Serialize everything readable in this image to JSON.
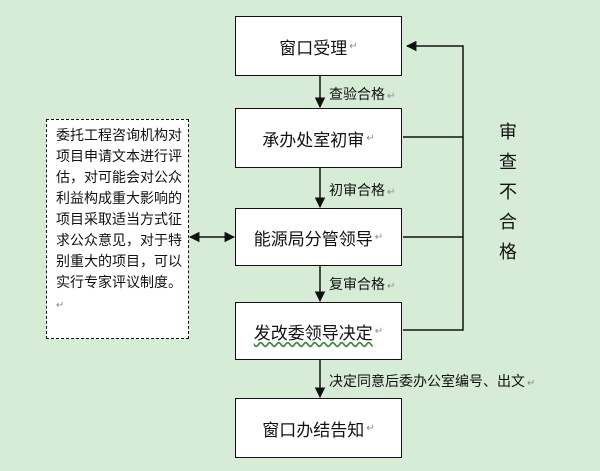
{
  "nodes": {
    "window_accept": "窗口受理",
    "office_review": "承办处室初审",
    "energy_bureau": "能源局分管领导",
    "commission_decision": "发改委领导决定",
    "window_notify": "窗口办结告知"
  },
  "edges": {
    "check_pass": "查验合格",
    "initial_pass": "初审合格",
    "recheck_pass": "复审合格",
    "final_step": "决定同意后委办公室编号、出文"
  },
  "loop_label": "审查不合格",
  "side_note": "委托工程咨询机构对项目申请文本进行评估，对可能会对公众利益构成重大影响的项目采取适当方式征求公众意见，对于特别重大的项目，可以实行专家评议制度。",
  "mark": "↵",
  "colors": {
    "background": "#d7ecd6",
    "line": "#111111",
    "box": "#ffffff"
  }
}
